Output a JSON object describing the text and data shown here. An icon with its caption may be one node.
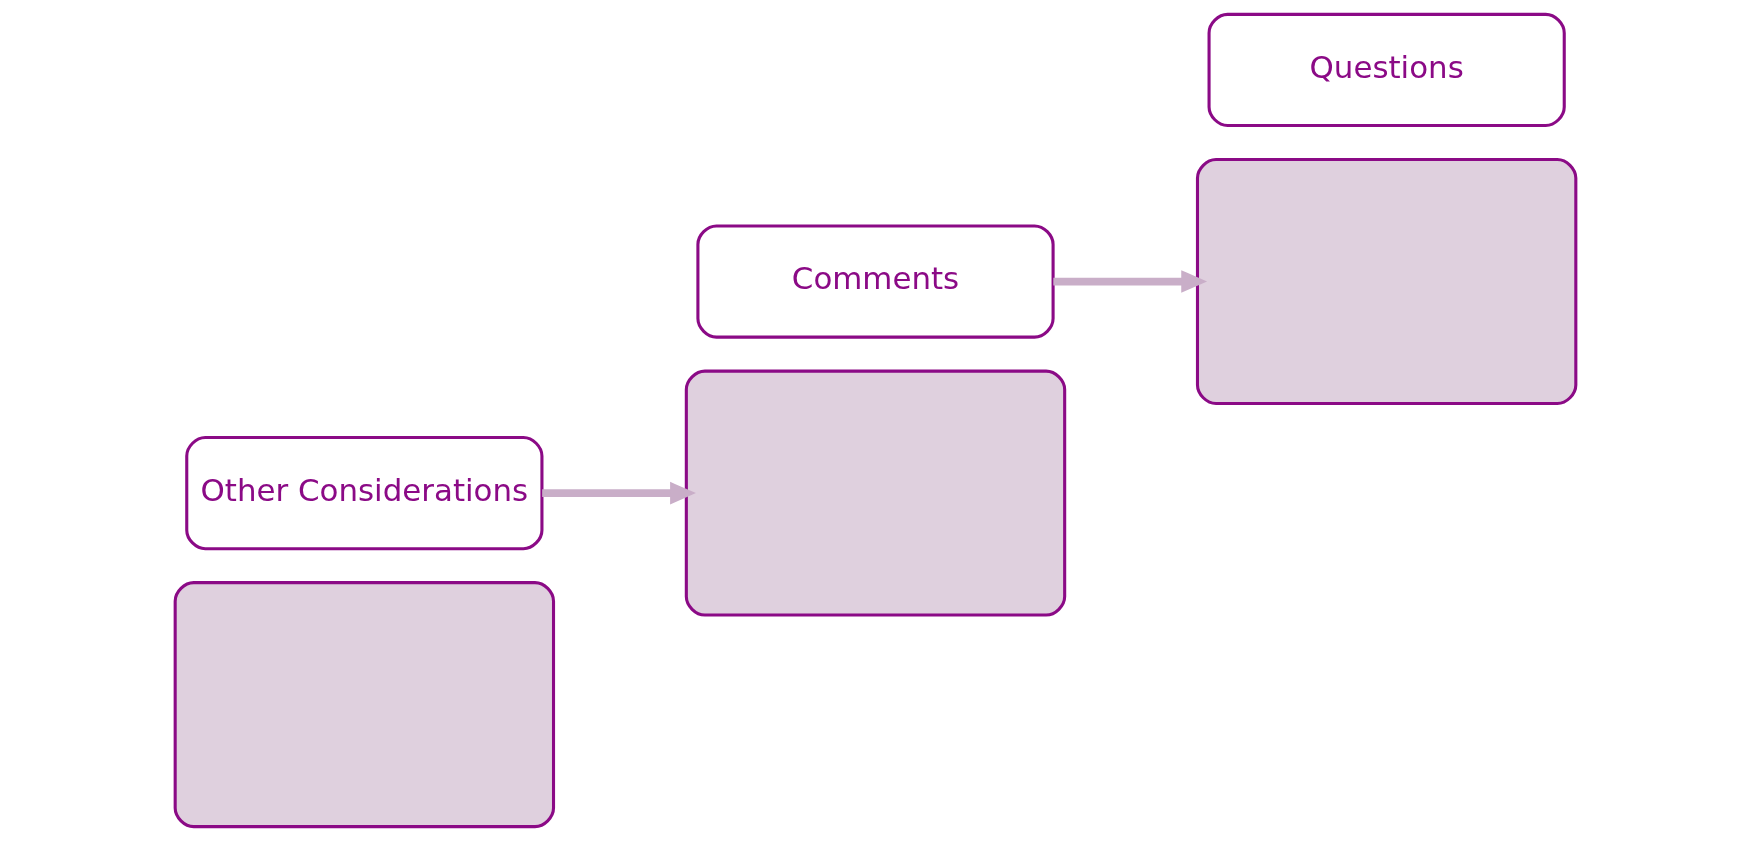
{
  "diagram": {
    "nodes": [
      {
        "text": [],
        "shape": "box"
      },
      {
        "text": [
          "Other Considerations"
        ]
      },
      {
        "text": [],
        "shape": "box"
      },
      {
        "text": [
          "Comments"
        ]
      },
      {
        "text": [],
        "shape": "box"
      },
      {
        "text": [
          "Questions"
        ]
      }
    ],
    "edges": [
      {
        "from": 1,
        "to": 2,
        "arrow": "to"
      },
      {
        "from": 3,
        "to": 4,
        "arrow": "to"
      }
    ]
  }
}
